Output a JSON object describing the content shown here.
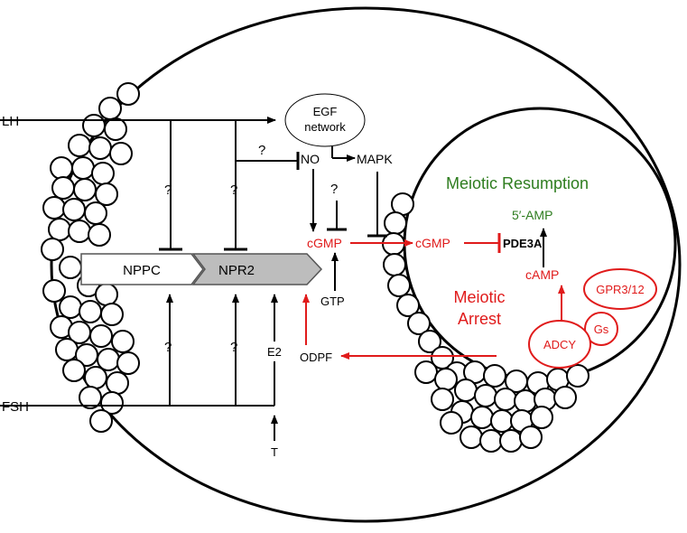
{
  "labels": {
    "lh": "LH",
    "fsh": "FSH",
    "egf_line1": "EGF",
    "egf_line2": "network",
    "no": "NO",
    "mapk": "MAPK",
    "q_lh_no": "?",
    "q_no_cgmp": "?",
    "q_nppc_top": "?",
    "q_npr2_top": "?",
    "q_nppc_bottom": "?",
    "q_npr2_bottom": "?",
    "nppc": "NPPC",
    "npr2": "NPR2",
    "cgmp_follicle": "cGMP",
    "cgmp_oocyte": "cGMP",
    "gtp": "GTP",
    "e2": "E2",
    "t": "T",
    "odpf": "ODPF",
    "pde3a": "PDE3A",
    "amp5": "5′-AMP",
    "camp": "cAMP",
    "gpr": "GPR3/12",
    "gs": "Gs",
    "adcy": "ADCY",
    "meiotic_resumption": "Meiotic Resumption",
    "meiotic_arrest_line1": "Meiotic",
    "meiotic_arrest_line2": "Arrest"
  },
  "colors": {
    "inhibitory_red": "#e01b1b",
    "resumption_green": "#2e7d1f",
    "npr2_fill": "#bdbdbd",
    "line": "#000000"
  }
}
